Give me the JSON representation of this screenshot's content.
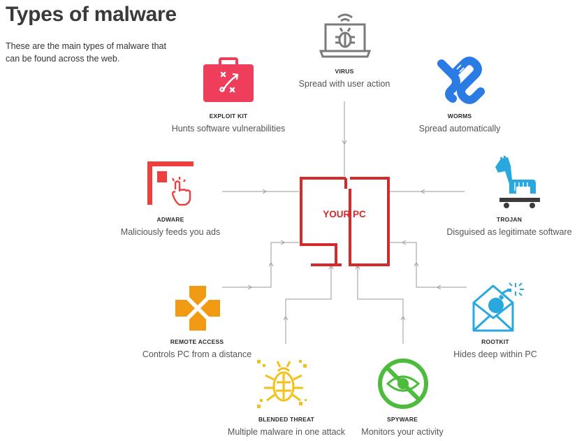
{
  "title": "Types of malware",
  "subtitle": "These are the main types of malware that can be found across the web.",
  "center": "YOUR PC",
  "colors": {
    "accent": "#d32a2a",
    "wire": "#9a9a9a",
    "blue": "#2b7be4",
    "orange": "#f39a14",
    "yellow": "#f4c11a",
    "green": "#4dbb3b",
    "cyan": "#29a8e0",
    "pink": "#ef3e5c",
    "gray": "#7a7a7a"
  },
  "nodes": {
    "virus": {
      "name": "VIRUS",
      "desc": "Spread with user action",
      "icon": "laptop-bug-icon"
    },
    "exploit": {
      "name": "EXPLOIT KIT",
      "desc": "Hunts software vulnerabilities",
      "icon": "briefcase-icon"
    },
    "worms": {
      "name": "WORMS",
      "desc": "Spread automatically",
      "icon": "worm-icon"
    },
    "adware": {
      "name": "ADWARE",
      "desc": "Maliciously feeds you ads",
      "icon": "ad-click-icon"
    },
    "trojan": {
      "name": "TROJAN",
      "desc": "Disguised as legitimate software",
      "icon": "trojan-horse-icon"
    },
    "remote": {
      "name": "REMOTE ACCESS",
      "desc": "Controls PC from a distance",
      "icon": "dpad-icon"
    },
    "rootkit": {
      "name": "ROOTKIT",
      "desc": "Hides deep within PC",
      "icon": "envelope-bomb-icon"
    },
    "blended": {
      "name": "BLENDED THREAT",
      "desc": "Multiple malware in one attack",
      "icon": "bug-icon"
    },
    "spyware": {
      "name": "SPYWARE",
      "desc": "Monitors your activity",
      "icon": "no-eye-icon"
    }
  }
}
